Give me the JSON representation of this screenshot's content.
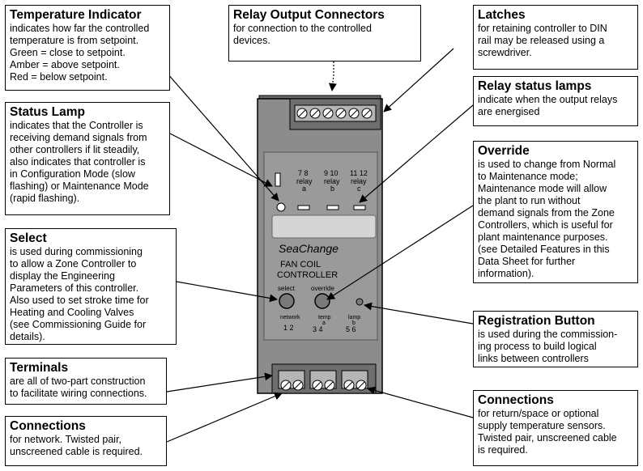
{
  "callouts": {
    "temperature_indicator": {
      "title": "Temperature Indicator",
      "body": "indicates how far the controlled\ntemperature is from setpoint.\nGreen = close to setpoint.\nAmber = above setpoint.\nRed = below setpoint."
    },
    "relay_output_connectors": {
      "title": "Relay Output Connectors",
      "body": "for connection to the controlled\ndevices."
    },
    "latches": {
      "title": "Latches",
      "body": "for retaining controller to DIN\nrail may be released using a\nscrewdriver."
    },
    "relay_status_lamps": {
      "title": "Relay status lamps",
      "body": "indicate when the output relays\nare energised"
    },
    "status_lamp": {
      "title": "Status Lamp",
      "body": "indicates that the Controller is\nreceiving demand signals from\nother controllers if lit steadily,\nalso indicates that controller is\nin Configuration Mode (slow\nflashing) or Maintenance Mode\n(rapid flashing)."
    },
    "override": {
      "title": "Override",
      "body": "is used to change from Normal\nto Maintenance mode;\nMaintenance mode will allow\nthe plant to run without\ndemand signals from the Zone\nControllers, which is useful for\nplant maintenance purposes.\n(see Detailed Features in this\nData Sheet for further\ninformation)."
    },
    "select": {
      "title": "Select",
      "body": "is used during commissioning\nto allow a Zone Controller to\ndisplay the Engineering\nParameters of this controller.\nAlso used to set stroke time for\nHeating and Cooling Valves\n(see Commissioning Guide for\ndetails)."
    },
    "registration_button": {
      "title": "Registration Button",
      "body": "is used during the commission-\ning process to build logical\nlinks between controllers"
    },
    "terminals": {
      "title": "Terminals",
      "body": "are all of two-part construction\nto facilitate wiring connections."
    },
    "connections_network": {
      "title": "Connections",
      "body": "for network. Twisted pair,\nunscreened cable is required."
    },
    "connections_sensors": {
      "title": "Connections",
      "body": "for return/space or optional\nsupply temperature sensors.\nTwisted pair, unscreened cable\nis required."
    }
  },
  "device": {
    "brand": "SeaChange",
    "model_line1": "FAN COIL",
    "model_line2": "CONTROLLER",
    "select_label": "select",
    "override_label": "override",
    "relays": [
      {
        "terminals": "7  8",
        "label": "relay",
        "letter": "a"
      },
      {
        "terminals": "9  10",
        "label": "relay",
        "letter": "b"
      },
      {
        "terminals": "11 12",
        "label": "relay",
        "letter": "c"
      }
    ],
    "network_label": "network",
    "network_terminals": "1  2",
    "temp_label": "temp",
    "temp_letter": "a",
    "temp_terminals": "3  4",
    "lamp_label": "lamp",
    "lamp_letter": "b",
    "lamp_terminals": "5  6"
  }
}
